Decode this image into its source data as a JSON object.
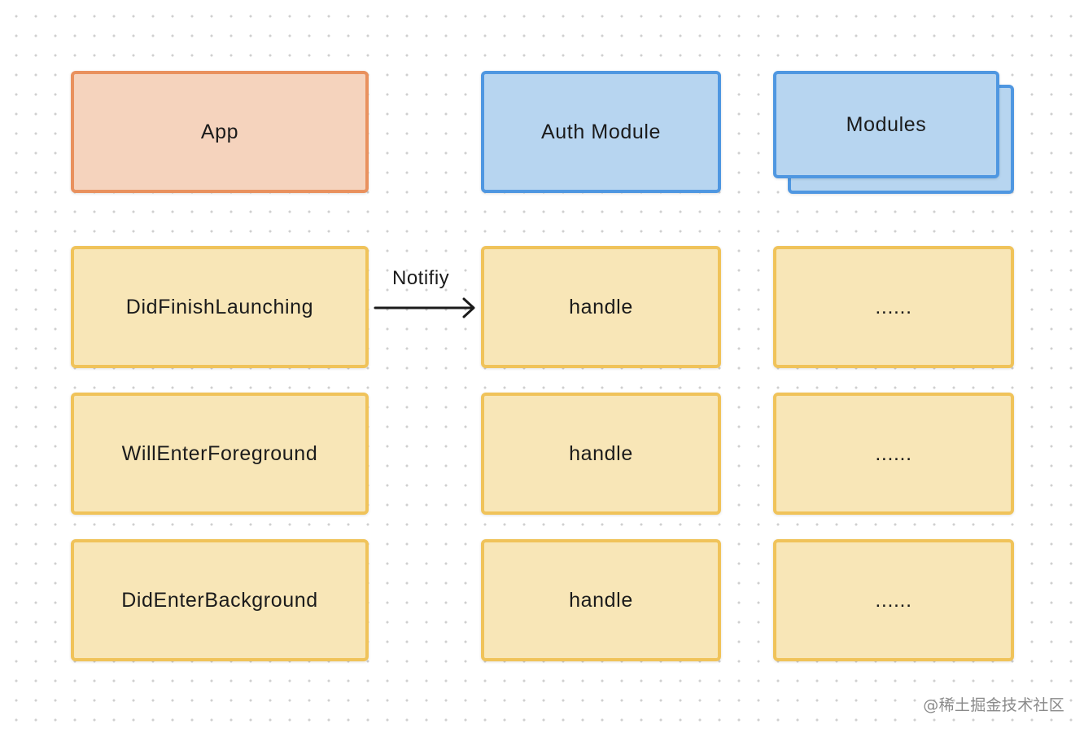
{
  "headers": {
    "app": "App",
    "auth_module": "Auth Module",
    "modules": "Modules"
  },
  "events": [
    "DidFinishLaunching",
    "WillEnterForeground",
    "DidEnterBackground"
  ],
  "handlers": [
    "handle",
    "handle",
    "handle"
  ],
  "others": [
    "......",
    "......",
    "......"
  ],
  "arrow_label": "Notifiy",
  "watermark": "@稀土掘金技术社区",
  "colors": {
    "app_fill": "#f5d3bd",
    "app_border": "#e9915e",
    "module_fill": "#b7d5f0",
    "module_border": "#4f97e1",
    "event_fill": "#f8e6b7",
    "event_border": "#f0c35a"
  }
}
